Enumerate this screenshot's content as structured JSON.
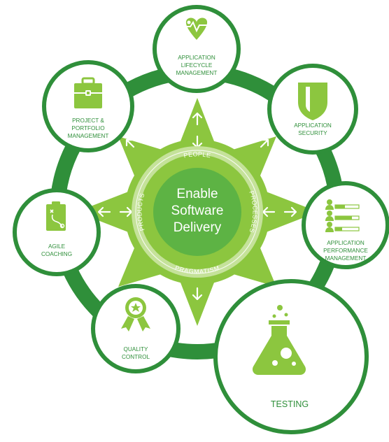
{
  "center": {
    "lines": [
      "Enable",
      "Software",
      "Delivery"
    ]
  },
  "ring_words": {
    "top": "PEOPLE",
    "right": "PROCESSES",
    "bottom": "PRAGMATISM",
    "left": "PRODUCTS"
  },
  "nodes": {
    "alm": {
      "lines": [
        "APPLICATION",
        "LIFECYCLE",
        "MANAGEMENT"
      ],
      "icon": "heart-pulse-icon"
    },
    "security": {
      "lines": [
        "APPLICATION",
        "SECURITY"
      ],
      "icon": "shield-icon"
    },
    "apm": {
      "lines": [
        "APPLICATION",
        "PERFORMANCE",
        "MANAGEMENT"
      ],
      "icon": "people-bars-icon"
    },
    "testing": {
      "lines": [
        "TESTING"
      ],
      "icon": "flask-icon"
    },
    "quality": {
      "lines": [
        "QUALITY",
        "CONTROL"
      ],
      "icon": "award-ribbon-icon"
    },
    "agile": {
      "lines": [
        "AGILE",
        "COACHING"
      ],
      "icon": "clipboard-play-icon"
    },
    "project": {
      "lines": [
        "PROJECT &",
        "PORTFOLIO",
        "MANAGEMENT"
      ],
      "icon": "briefcase-icon"
    }
  },
  "colors": {
    "dark_green": "#2f8f3a",
    "light_green": "#8cc63f",
    "mid_green": "#5db344",
    "pale_green": "#c5e29a"
  }
}
